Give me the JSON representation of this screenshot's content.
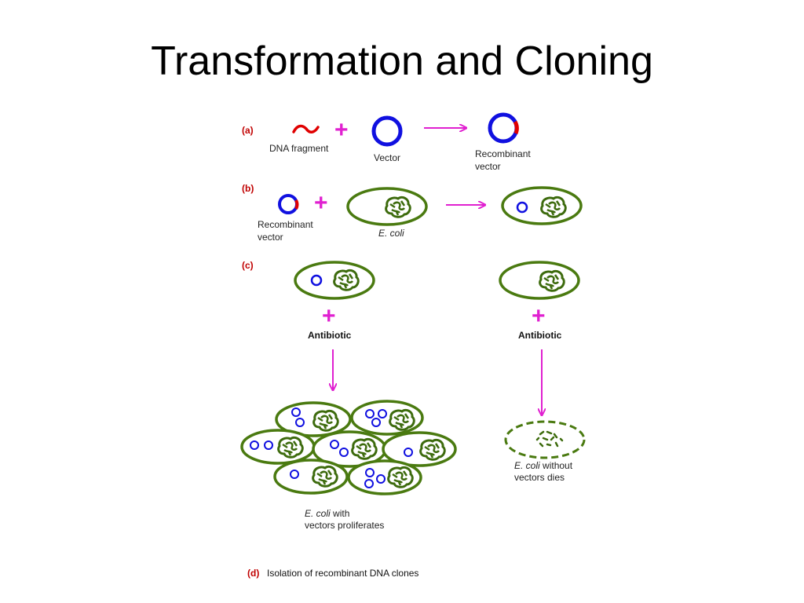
{
  "slide": {
    "title": "Transformation and Cloning"
  },
  "panels": {
    "a": {
      "label": "(a)",
      "dna_fragment_label": "DNA fragment",
      "vector_label": "Vector",
      "recombinant_label_1": "Recombinant",
      "recombinant_label_2": "vector"
    },
    "b": {
      "label": "(b)",
      "recombinant_label_1": "Recombinant",
      "recombinant_label_2": "vector",
      "ecoli_label": "E. coli"
    },
    "c": {
      "label": "(c)",
      "antibiotic_left": "Antibiotic",
      "antibiotic_right": "Antibiotic",
      "proliferates_italic": "E. coli",
      "proliferates_rest_1": " with",
      "proliferates_line_2": "vectors proliferates",
      "dies_italic": "E. coli",
      "dies_rest_1": " without",
      "dies_line_2": "vectors dies"
    },
    "d": {
      "label": "(d)",
      "caption": "Isolation of recombinant DNA clones"
    }
  },
  "symbols": {
    "plus": "+"
  },
  "colors": {
    "label_red": "#c00000",
    "plus_magenta": "#e020d0",
    "vector_blue": "#1010e0",
    "insert_red": "#e00000",
    "cell_green": "#4a7a10",
    "nucleoid_green": "#3d6b0d"
  }
}
